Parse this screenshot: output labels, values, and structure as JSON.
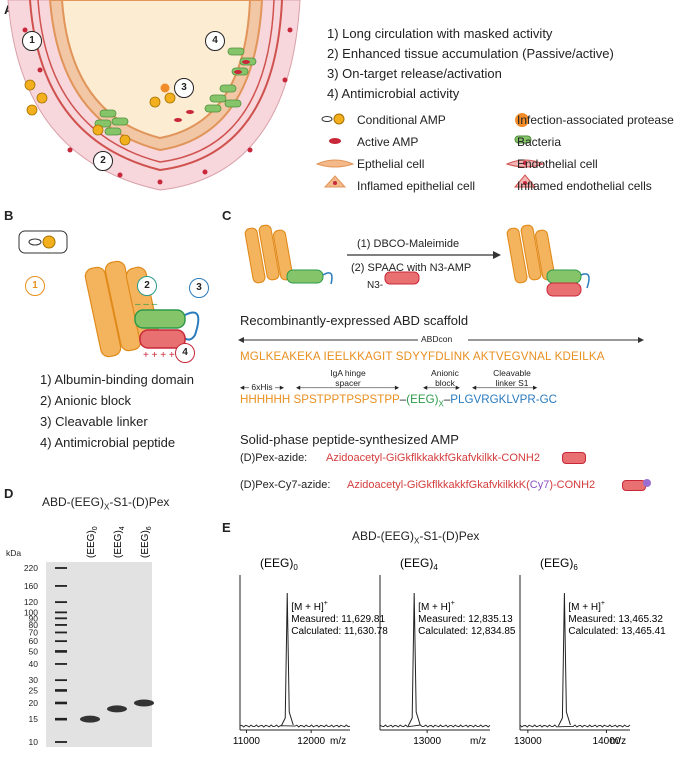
{
  "panels": {
    "a": "A",
    "b": "B",
    "c": "C",
    "d": "D",
    "e": "E"
  },
  "panel_a": {
    "numbers": [
      "1",
      "2",
      "3",
      "4"
    ],
    "steps": [
      "1) Long circulation with masked activity",
      "2) Enhanced tissue accumulation (Passive/active)",
      "3) On-target release/activation",
      "4) Antimicrobial activity"
    ],
    "legend": [
      "Conditional AMP",
      "Infection-associated protease",
      "Active AMP",
      "Bacteria",
      "Epthelial cell",
      "Endothelial cell",
      "Inflamed epithelial cell",
      "Inflamed endothelial cells"
    ]
  },
  "panel_b": {
    "numbers": [
      "1",
      "2",
      "3",
      "4"
    ],
    "items": [
      "1) Albumin-binding domain",
      "2) Anionic block",
      "3) Cleavable linker",
      "4) Antimicrobial peptide"
    ]
  },
  "panel_c": {
    "reaction1": "(1) DBCO-Maleimide",
    "reaction2": "(2) SPAAC with N3-AMP",
    "n3": "N3-",
    "scaffold_title": "Recombinantly-expressed ABD scaffold",
    "abdcon": "ABDcon",
    "abd_seq": "MGLKEAKEKA IEELKKAGIT SDYYFDLINK AKTVEGVNAL KDEILKA",
    "his_label": "6xHis",
    "iga_label_1": "IgA hinge",
    "iga_label_2": "spacer",
    "anionic_label_1": "Anionic",
    "anionic_label_2": "block",
    "cleavable_label_1": "Cleavable",
    "cleavable_label_2": "linker S1",
    "seq_his": "HHHHHH",
    "seq_iga": "SPSTPPTPSPSTPP",
    "seq_dash1": "–",
    "seq_eeg": "(EEG)",
    "seq_x": "X",
    "seq_dash2": "–",
    "seq_linker": "PLGVRGKLVPR-GC",
    "amp_title": "Solid-phase peptide-synthesized AMP",
    "pex_azide_label": "(D)Pex-azide:",
    "pex_azide_seq": "Azidoacetyl-GiGkflkkakkfGkafvkilkk-CONH2",
    "pex_cy7_label": "(D)Pex-Cy7-azide:",
    "pex_cy7_seq_a": "Azidoacetyl-GiGkflkkakkfGkafvkilkkK(",
    "pex_cy7_seq_b": "Cy7",
    "pex_cy7_seq_c": ")-CONH2"
  },
  "panel_d": {
    "title_a": "ABD-(EEG)",
    "title_x": "X",
    "title_b": "-S1-(D)Pex",
    "kda": "kDa",
    "ladder": [
      "220",
      "160",
      "120",
      "100",
      "90",
      "80",
      "70",
      "60",
      "50",
      "40",
      "30",
      "25",
      "20",
      "15",
      "10"
    ],
    "lanes": [
      {
        "label": "(EEG)",
        "sub": "0",
        "kda": 15
      },
      {
        "label": "(EEG)",
        "sub": "4",
        "kda": 18
      },
      {
        "label": "(EEG)",
        "sub": "6",
        "kda": 20
      }
    ]
  },
  "panel_e": {
    "title_a": "ABD-(EEG)",
    "title_x": "X",
    "title_b": "-S1-(D)Pex",
    "xunit": "m/z",
    "mh": "[M + H]",
    "plus": "+",
    "spectra": [
      {
        "label": "(EEG)",
        "sub": "0",
        "measured": "Measured: 11,629.81",
        "calculated": "Calculated: 11,630.78",
        "ticks": [
          "11000",
          "12000"
        ],
        "peak": 11630,
        "xrange": [
          10900,
          12600
        ]
      },
      {
        "label": "(EEG)",
        "sub": "4",
        "measured": "Measured: 12,835.13",
        "calculated": "Calculated: 12,834.85",
        "ticks": [
          "13000"
        ],
        "peak": 12835,
        "xrange": [
          12400,
          13800
        ]
      },
      {
        "label": "(EEG)",
        "sub": "6",
        "measured": "Measured: 13,465.32",
        "calculated": "Calculated: 13,465.41",
        "ticks": [
          "13000",
          "14000"
        ],
        "peak": 13465,
        "xrange": [
          12900,
          14300
        ]
      }
    ]
  }
}
